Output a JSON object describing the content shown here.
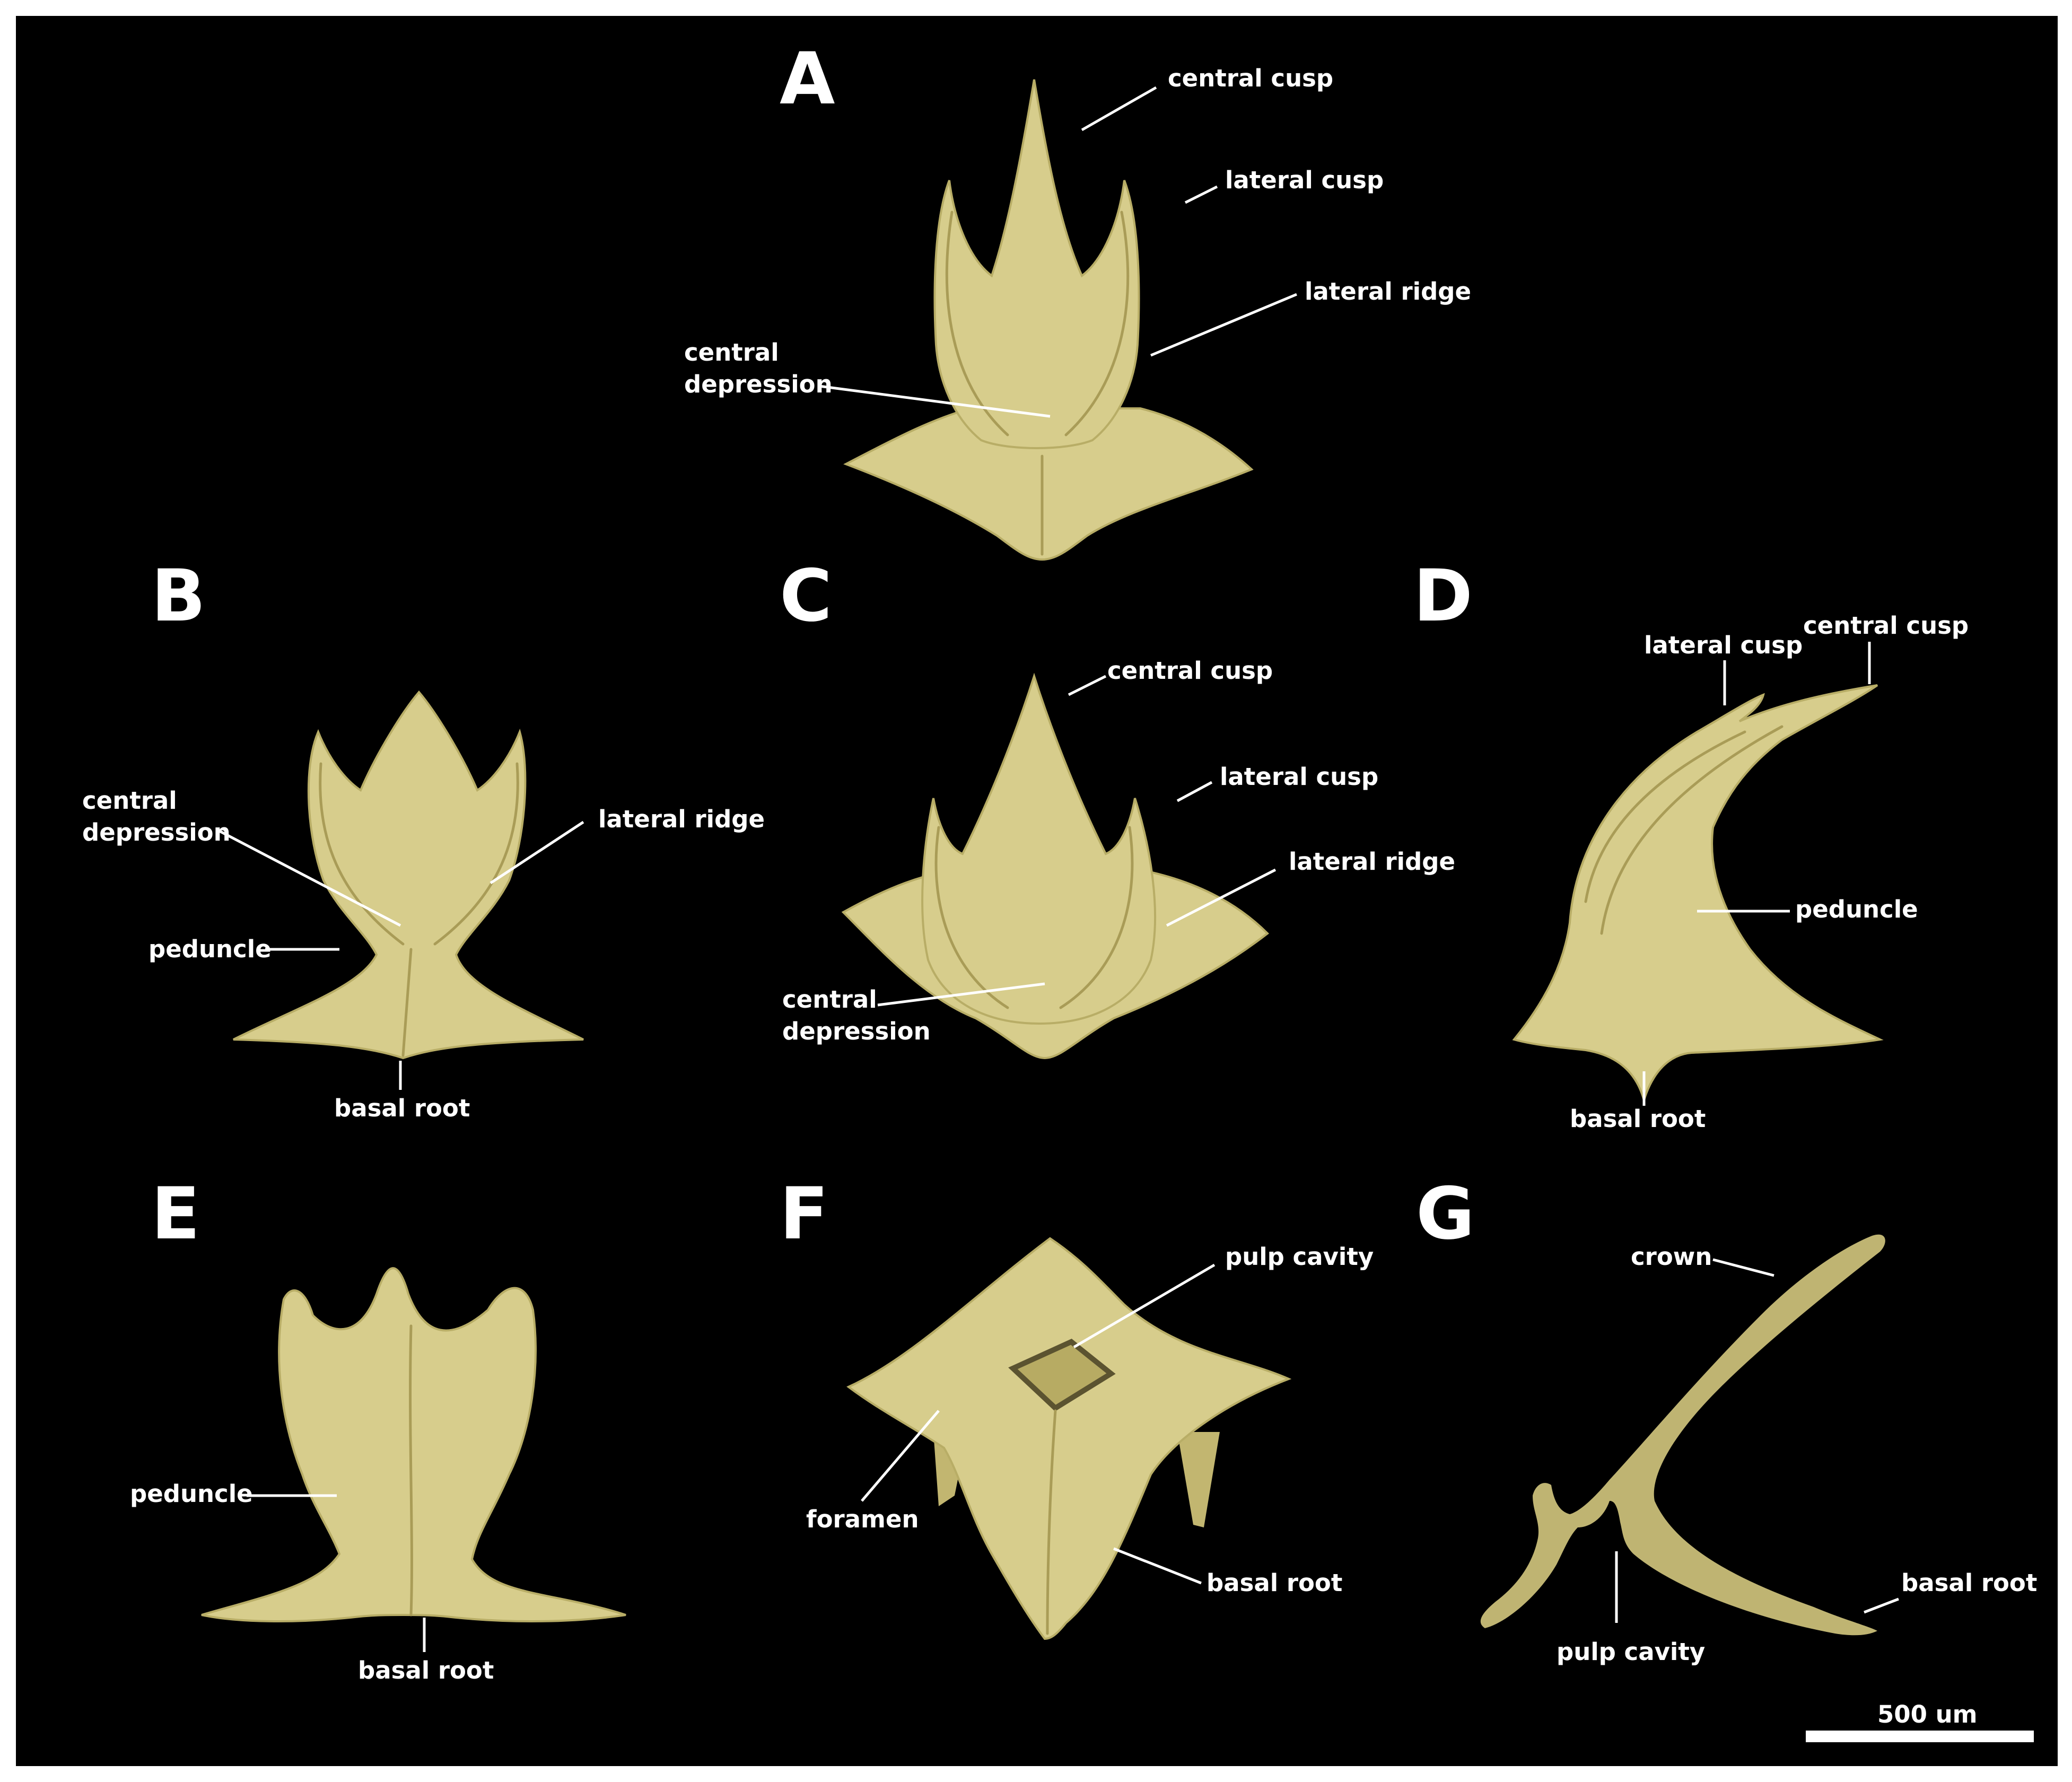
{
  "figure": {
    "background": "#000000",
    "frame": "#ffffff",
    "tooth_color": "#d7cd8c",
    "panels": {
      "A": {
        "letter": "A",
        "labels": {
          "central_cusp": "central cusp",
          "lateral_cusp": "lateral cusp",
          "lateral_ridge": "lateral ridge",
          "central_depression_1": "central",
          "central_depression_2": "depression"
        }
      },
      "B": {
        "letter": "B",
        "labels": {
          "central_depression_1": "central",
          "central_depression_2": "depression",
          "lateral_ridge": "lateral ridge",
          "peduncle": "peduncle",
          "basal_root": "basal root"
        }
      },
      "C": {
        "letter": "C",
        "labels": {
          "central_cusp": "central cusp",
          "lateral_cusp": "lateral cusp",
          "lateral_ridge": "lateral ridge",
          "central_depression_1": "central",
          "central_depression_2": "depression"
        }
      },
      "D": {
        "letter": "D",
        "labels": {
          "lateral_cusp": "lateral cusp",
          "central_cusp": "central cusp",
          "peduncle": "peduncle",
          "basal_root": "basal root"
        }
      },
      "E": {
        "letter": "E",
        "labels": {
          "peduncle": "peduncle",
          "basal_root": "basal root"
        }
      },
      "F": {
        "letter": "F",
        "labels": {
          "pulp_cavity": "pulp cavity",
          "foramen": "foramen",
          "basal_root": "basal root"
        }
      },
      "G": {
        "letter": "G",
        "labels": {
          "crown": "crown",
          "basal_root": "basal root",
          "pulp_cavity": "pulp cavity"
        }
      }
    },
    "scale_bar": {
      "label": "500 um",
      "length_um": 500
    }
  }
}
